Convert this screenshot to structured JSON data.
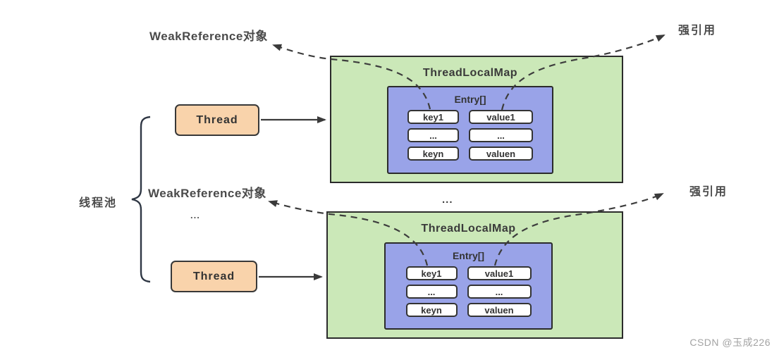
{
  "labels": {
    "weak_ref_top": "WeakReference对象",
    "strong_ref_top": "强引用",
    "weak_ref_bottom": "WeakReference对象",
    "strong_ref_bottom": "强引用",
    "thread_pool": "线程池",
    "dots_threads": "...",
    "dots_maps": "..."
  },
  "threads": [
    {
      "label": "Thread"
    },
    {
      "label": "Thread"
    }
  ],
  "maps": [
    {
      "title": "ThreadLocalMap",
      "entry_title": "Entry[]",
      "rows": [
        [
          "key1",
          "value1"
        ],
        [
          "...",
          "..."
        ],
        [
          "keyn",
          "valuen"
        ]
      ]
    },
    {
      "title": "ThreadLocalMap",
      "entry_title": "Entry[]",
      "rows": [
        [
          "key1",
          "value1"
        ],
        [
          "...",
          "..."
        ],
        [
          "keyn",
          "valuen"
        ]
      ]
    }
  ],
  "colors": {
    "map_fill": "#cbe8b8",
    "entry_fill": "#99a3e8",
    "thread_fill": "#f9d3ab",
    "line": "#3a3a3a",
    "border": "#2b2b2b"
  },
  "watermark": "CSDN @玉成226"
}
